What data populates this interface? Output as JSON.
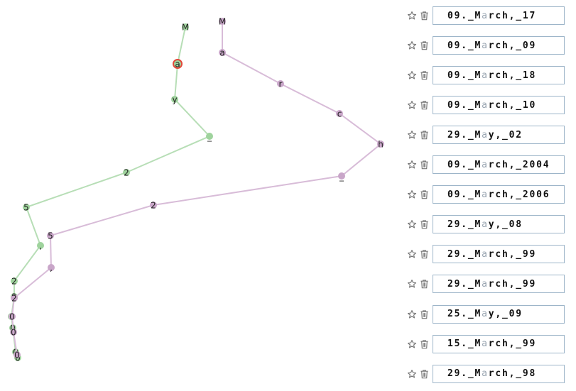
{
  "green_trace": {
    "color": "#b7deb6",
    "point_color": "#9fd39d",
    "highlight_ring": "#e2483a",
    "labels": [
      "M",
      "a",
      "y",
      "_",
      "2",
      "5",
      ",",
      "2",
      "2",
      "0",
      "0",
      "0",
      "0"
    ]
  },
  "purple_trace": {
    "color": "#d8bcd8",
    "point_color": "#c9a6c9",
    "labels": [
      "M",
      "a",
      "r",
      "c",
      "h",
      "_",
      "2",
      "5",
      ",",
      "2",
      "0",
      "0",
      "0"
    ]
  },
  "list": [
    {
      "prefix": "09._M",
      "dim": "a",
      "suffix": "rch,_17"
    },
    {
      "prefix": "09._M",
      "dim": "a",
      "suffix": "rch,_09"
    },
    {
      "prefix": "09._M",
      "dim": "a",
      "suffix": "rch,_18"
    },
    {
      "prefix": "09._M",
      "dim": "a",
      "suffix": "rch,_10"
    },
    {
      "prefix": "29._M",
      "dim": "a",
      "suffix": "y,_02"
    },
    {
      "prefix": "09._M",
      "dim": "a",
      "suffix": "rch,_2004"
    },
    {
      "prefix": "09._M",
      "dim": "a",
      "suffix": "rch,_2006"
    },
    {
      "prefix": "29._M",
      "dim": "a",
      "suffix": "y,_08"
    },
    {
      "prefix": "29._M",
      "dim": "a",
      "suffix": "rch,_99"
    },
    {
      "prefix": "29._M",
      "dim": "a",
      "suffix": "rch,_99"
    },
    {
      "prefix": "25._M",
      "dim": "a",
      "suffix": "y,_09"
    },
    {
      "prefix": "15._M",
      "dim": "a",
      "suffix": "rch,_99"
    },
    {
      "prefix": "29._M",
      "dim": "a",
      "suffix": "rch,_98"
    }
  ],
  "icons": {
    "star": "star-icon",
    "trash": "trash-icon",
    "icon_color": "#777777"
  }
}
